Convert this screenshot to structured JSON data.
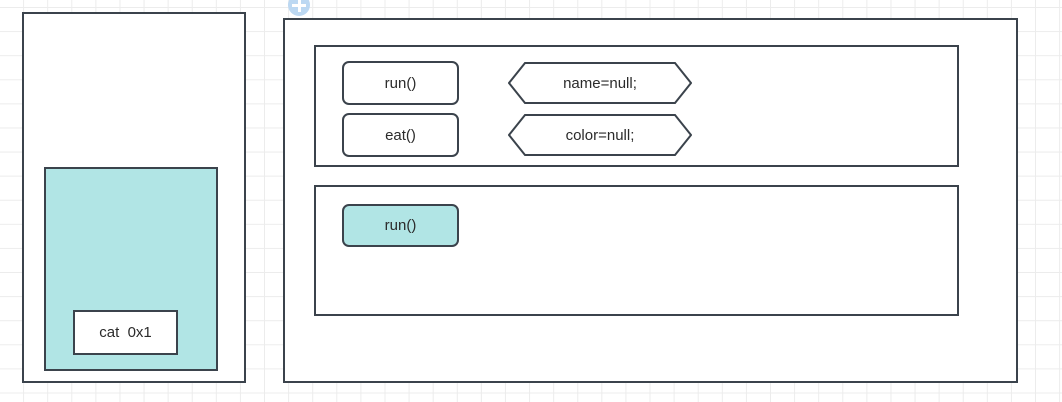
{
  "canvas": {
    "grid": "on",
    "background_color": "#ffffff",
    "grid_color": "#ececec",
    "stroke_color": "#3b434c",
    "accent_teal": "#b1e5e5",
    "handle_color": "#b9d6f2"
  },
  "left_panel": {
    "name": "stack-panel",
    "teal_block": {
      "name": "heap-block",
      "fill": "#b1e5e5"
    },
    "reference_box": {
      "label": "cat  0x1"
    }
  },
  "right_panel": {
    "name": "object-panel",
    "methods_group": {
      "buttons": [
        {
          "label": "run()"
        },
        {
          "label": "eat()"
        }
      ],
      "fields": [
        {
          "label": "name=null;"
        },
        {
          "label": "color=null;"
        }
      ]
    },
    "override_group": {
      "buttons": [
        {
          "label": "run()",
          "fill": "#b1e5e5"
        }
      ]
    }
  },
  "handle": {
    "icon": "plus-circle-icon"
  }
}
